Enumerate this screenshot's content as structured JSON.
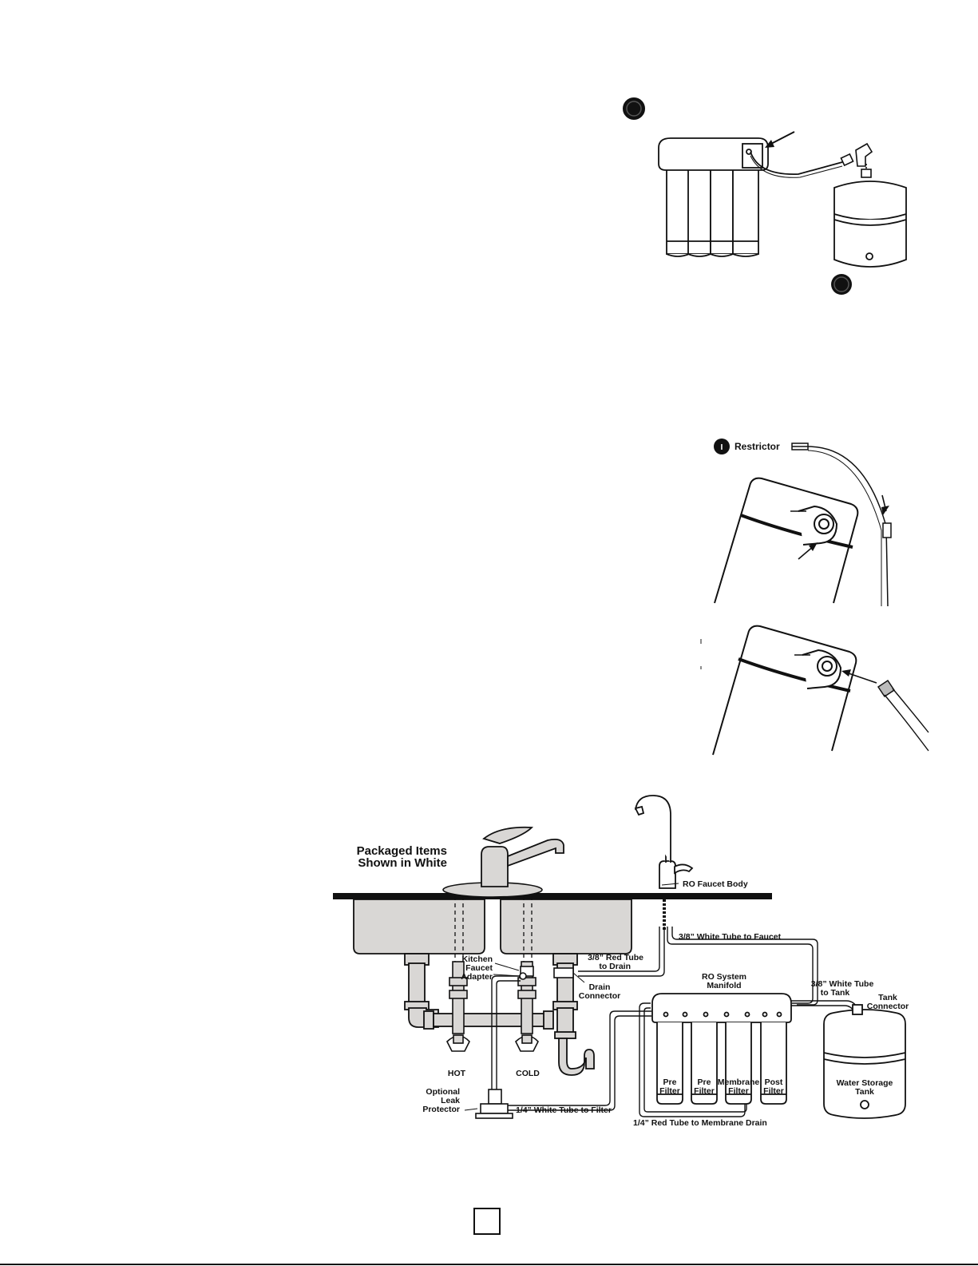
{
  "fig_restrictor": {
    "restrictor_label": "Restrictor",
    "marker": "I"
  },
  "fig_diagram": {
    "packaged_items": [
      "Packaged Items",
      "Shown in White"
    ],
    "ro_faucet_body": "RO Faucet Body",
    "white_tube_faucet": "3/8” White Tube to Faucet",
    "red_tube_drain": [
      "3/8” Red Tube",
      "to Drain"
    ],
    "kitchen_faucet_adapter": [
      "Kitchen",
      "Faucet",
      "Adapter"
    ],
    "drain_connector": [
      "Drain",
      "Connector"
    ],
    "ro_manifold": [
      "RO System",
      "Manifold"
    ],
    "white_tube_tank": [
      "3/8” White Tube",
      "to Tank"
    ],
    "tank_connector": [
      "Tank",
      "Connector"
    ],
    "hot": "HOT",
    "cold": "COLD",
    "leak_protector": [
      "Optional",
      "Leak",
      "Protector"
    ],
    "white_tube_filter": "1/4” White Tube to Filter",
    "red_tube_membrane": "1/4” Red Tube to Membrane Drain",
    "pre_filter_1": [
      "Pre",
      "Filter"
    ],
    "pre_filter_2": [
      "Pre",
      "Filter"
    ],
    "membrane_filter": [
      "Membrane",
      "Filter"
    ],
    "post_filter": [
      "Post",
      "Filter"
    ],
    "water_storage_tank": [
      "Water Storage",
      "Tank"
    ]
  },
  "colors": {
    "ink": "#111111",
    "gray": "#d9d7d5",
    "white": "#ffffff"
  }
}
